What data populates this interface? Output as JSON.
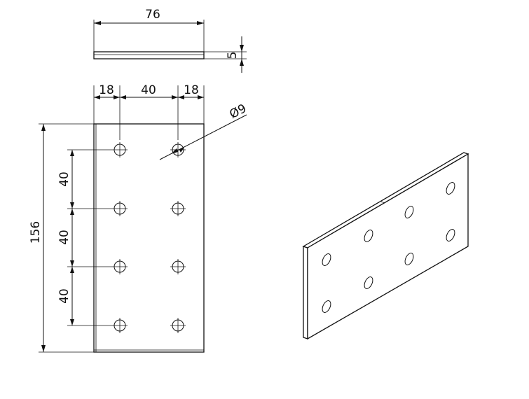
{
  "dimensions": {
    "top_width": "76",
    "thickness": "5",
    "hole_offset_left": "18",
    "hole_spacing_x": "40",
    "hole_offset_right": "18",
    "hole_diameter": "Ø9",
    "total_height": "156",
    "pitch_1": "40",
    "pitch_2": "40",
    "pitch_3": "40"
  },
  "colors": {
    "line": "#111111",
    "background": "#ffffff"
  },
  "part": {
    "hole_count": 8,
    "hole_columns": 2,
    "hole_rows": 4
  }
}
